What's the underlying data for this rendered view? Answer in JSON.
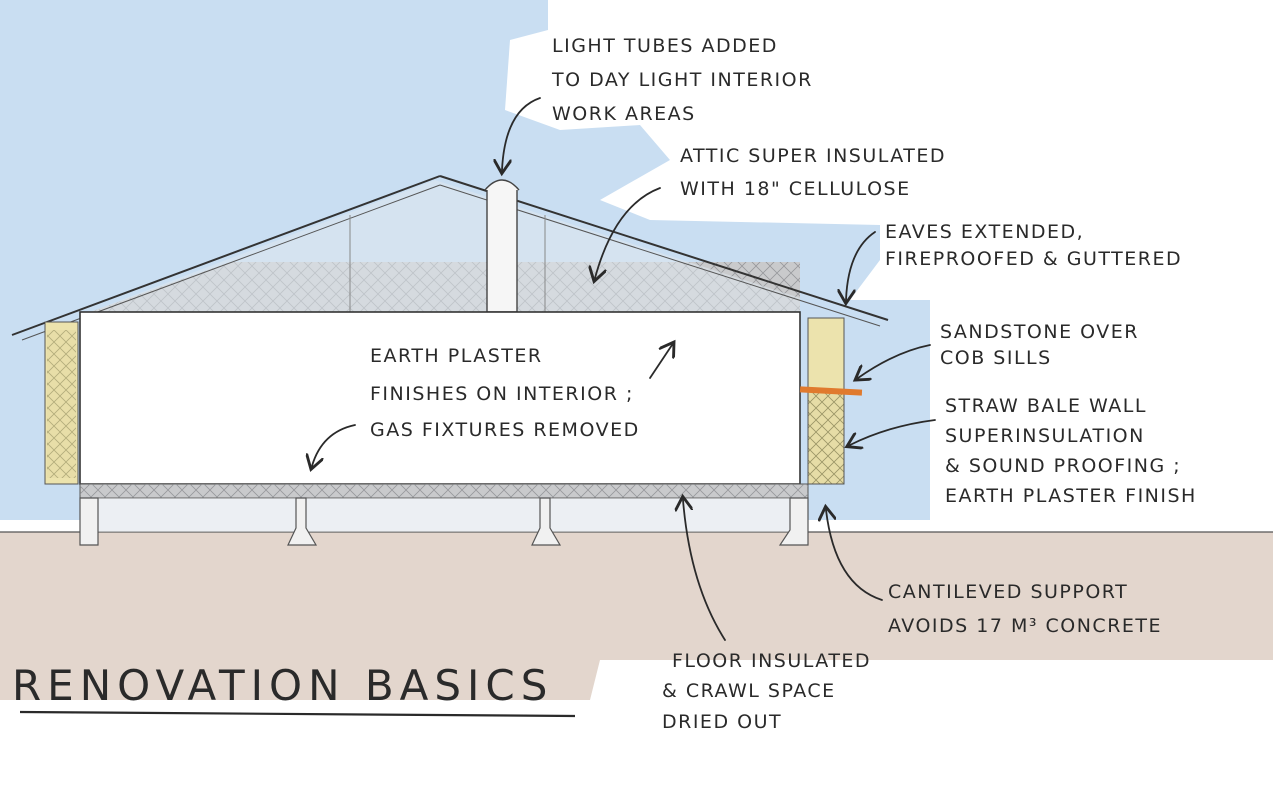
{
  "title": "RENOVATION BASICS",
  "annotations": {
    "light_tubes": [
      "LIGHT TUBES ADDED",
      "TO DAY LIGHT INTERIOR",
      "WORK AREAS"
    ],
    "attic": [
      "ATTIC SUPER INSULATED",
      "WITH 18\" CELLULOSE"
    ],
    "eaves": [
      "EAVES EXTENDED,",
      "FIREPROOFED & GUTTERED"
    ],
    "sandstone": [
      "SANDSTONE OVER",
      "COB SILLS"
    ],
    "earth_plaster": [
      "EARTH PLASTER",
      "FINISHES ON INTERIOR ;",
      "GAS FIXTURES REMOVED"
    ],
    "straw_bale": [
      "STRAW BALE WALL",
      "SUPERINSULATION",
      "& SOUND PROOFING ;",
      "EARTH PLASTER FINISH"
    ],
    "cantilever": [
      "CANTILEVED SUPPORT",
      "AVOIDS 17 M³ CONCRETE"
    ],
    "floor": [
      "FLOOR INSULATED",
      "& CRAWL SPACE",
      "DRIED OUT"
    ]
  },
  "colors": {
    "sky": "#c9def2",
    "ground": "#e3d6cd",
    "straw": "#ece3ad",
    "insulation": "#c9cacc",
    "sandstone": "#e8cf96",
    "accent_orange": "#e07a2e",
    "pencil": "#2a2a2a"
  }
}
